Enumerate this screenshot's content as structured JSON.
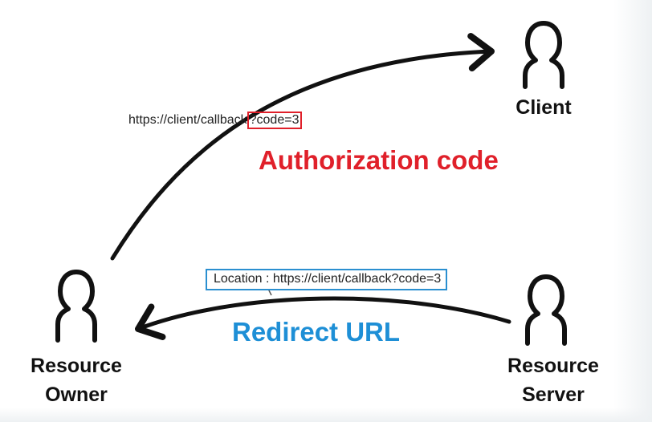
{
  "actors": {
    "client": {
      "label": "Client",
      "icon": "person-icon"
    },
    "resource_owner": {
      "label": "Resource\nOwner",
      "icon": "person-icon"
    },
    "resource_server": {
      "label": "Resource\nServer",
      "icon": "person-icon"
    }
  },
  "flows": {
    "authorization_code": {
      "caption": "Authorization code",
      "caption_color": "#e0202a",
      "url_prefix": "https://client/callback",
      "url_highlight": "?code=3",
      "highlight_color": "#e0202a"
    },
    "redirect": {
      "caption": "Redirect URL",
      "caption_color": "#1e8fd6",
      "location": "Location : https://client/callback?code=3",
      "box_color": "#2a8fd0"
    }
  },
  "colors": {
    "stroke": "#111111",
    "label": "#111111"
  }
}
